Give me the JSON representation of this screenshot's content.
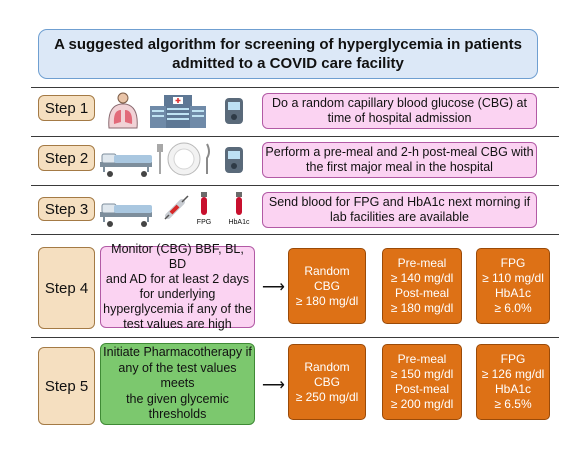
{
  "title": {
    "line1": "A suggested algorithm for screening of hyperglycemia in patients",
    "line2": "admitted to a COVID care facility"
  },
  "steps": [
    {
      "label": "Step 1",
      "text1": "Do a random capillary blood glucose (CBG) at",
      "text2": "time of hospital admission"
    },
    {
      "label": "Step 2",
      "text1": "Perform a pre-meal and 2-h post-meal CBG with",
      "text2": "the first major meal in the hospital"
    },
    {
      "label": "Step 3",
      "text1": "Send blood for FPG and HbA1c next morning if",
      "text2": "lab facilities are available",
      "tube1": "FPG",
      "tube2": "HbA1c"
    },
    {
      "label": "Step 4",
      "lines": [
        "Monitor (CBG) BBF, BL, BD",
        "and AD for at least 2 days",
        "for underlying",
        "hyperglycemia if any of the",
        "test values are high"
      ],
      "random": [
        "Random",
        "CBG",
        "≥ 180 mg/dl"
      ],
      "meal": [
        "Pre-meal",
        "≥ 140 mg/dl",
        "Post-meal",
        "≥ 180 mg/dl"
      ],
      "fpg": [
        "FPG",
        "≥ 110 mg/dl",
        "HbA1c",
        "≥ 6.0%"
      ]
    },
    {
      "label": "Step 5",
      "lines": [
        "Initiate Pharmacotherapy if",
        "any of the test values meets",
        "the given glycemic",
        "thresholds"
      ],
      "random": [
        "Random",
        "CBG",
        "≥ 250 mg/dl"
      ],
      "meal": [
        "Pre-meal",
        "≥ 150 mg/dl",
        "Post-meal",
        "≥ 200 mg/dl"
      ],
      "fpg": [
        "FPG",
        "≥ 126 mg/dl",
        "HbA1c",
        "≥ 6.5%"
      ]
    }
  ],
  "colors": {
    "title_bg": "#dce8f7",
    "step_bg": "#f5dfc0",
    "pink_box": "#fbd3f2",
    "green_box": "#7cc86e",
    "orange_box": "#dd7116"
  }
}
